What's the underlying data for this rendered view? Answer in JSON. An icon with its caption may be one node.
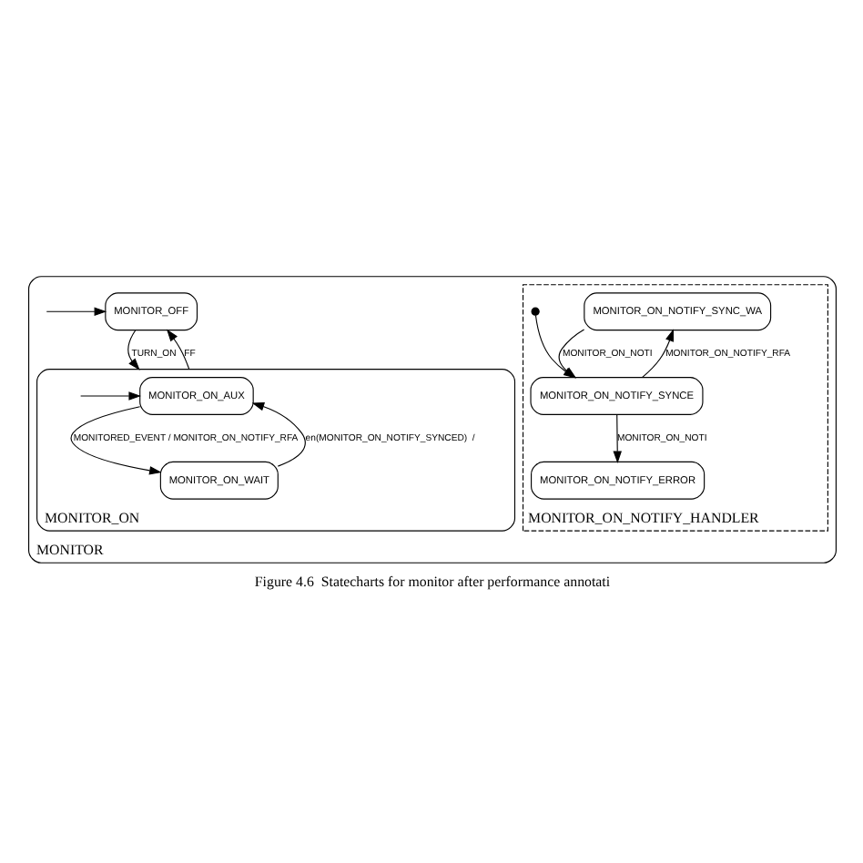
{
  "diagram": {
    "caption": "Figure 4.6  Statecharts for monitor after performance annotati",
    "nodes": [
      {
        "text": [
          "MONITOR"
        ]
      },
      {
        "text": [
          "MONITOR_OFF"
        ],
        "in": 0
      },
      {
        "text": [
          "MONITOR_ON_NOTIFY_HANDLER"
        ],
        "in": 0
      },
      {
        "text": [
          "MONITOR_ON_NOTIFY_SYNC_WA"
        ],
        "in": 2
      },
      {
        "text": [
          "MONITOR_ON_NOTIFY_SYNCE"
        ],
        "in": 2
      },
      {
        "text": [
          "MONITOR_ON_NOTIFY_ERROR"
        ],
        "in": 2
      },
      {
        "text": [],
        "shape": "circle",
        "in": 2
      },
      {
        "text": [
          "MONITOR_ON"
        ],
        "in": 0
      },
      {
        "text": [
          "MONITOR_ON_AUX"
        ],
        "in": 7
      },
      {
        "text": [
          "MONITOR_ON_WAIT"
        ],
        "in": 7
      }
    ],
    "edges": [
      {
        "from": null,
        "to": 1,
        "arrow": "to"
      },
      {
        "from": 1,
        "to": 7,
        "label": "TURN_ON",
        "arrow": "to"
      },
      {
        "from": 7,
        "to": 1,
        "label": "FF",
        "arrow": "to"
      },
      {
        "from": 4,
        "to": 3,
        "label": "MONITOR_ON_NOTIFY_RFA",
        "arrow": "to"
      },
      {
        "from": 3,
        "to": 4,
        "label": "MONITOR_ON_NOTI",
        "arrow": "to"
      },
      {
        "from": 6,
        "to": 4,
        "arrow": "to"
      },
      {
        "from": 4,
        "to": 5,
        "label": "MONITOR_ON_NOTI",
        "arrow": "to"
      },
      {
        "from": null,
        "to": 8,
        "arrow": "to"
      },
      {
        "from": 8,
        "to": 9,
        "label": "MONITORED_EVENT / MONITOR_ON_NOTIFY_RFA",
        "arrow": "to"
      },
      {
        "from": 9,
        "to": 8,
        "label": "en(MONITOR_ON_NOTIFY_SYNCED)  /",
        "arrow": "to"
      }
    ]
  }
}
